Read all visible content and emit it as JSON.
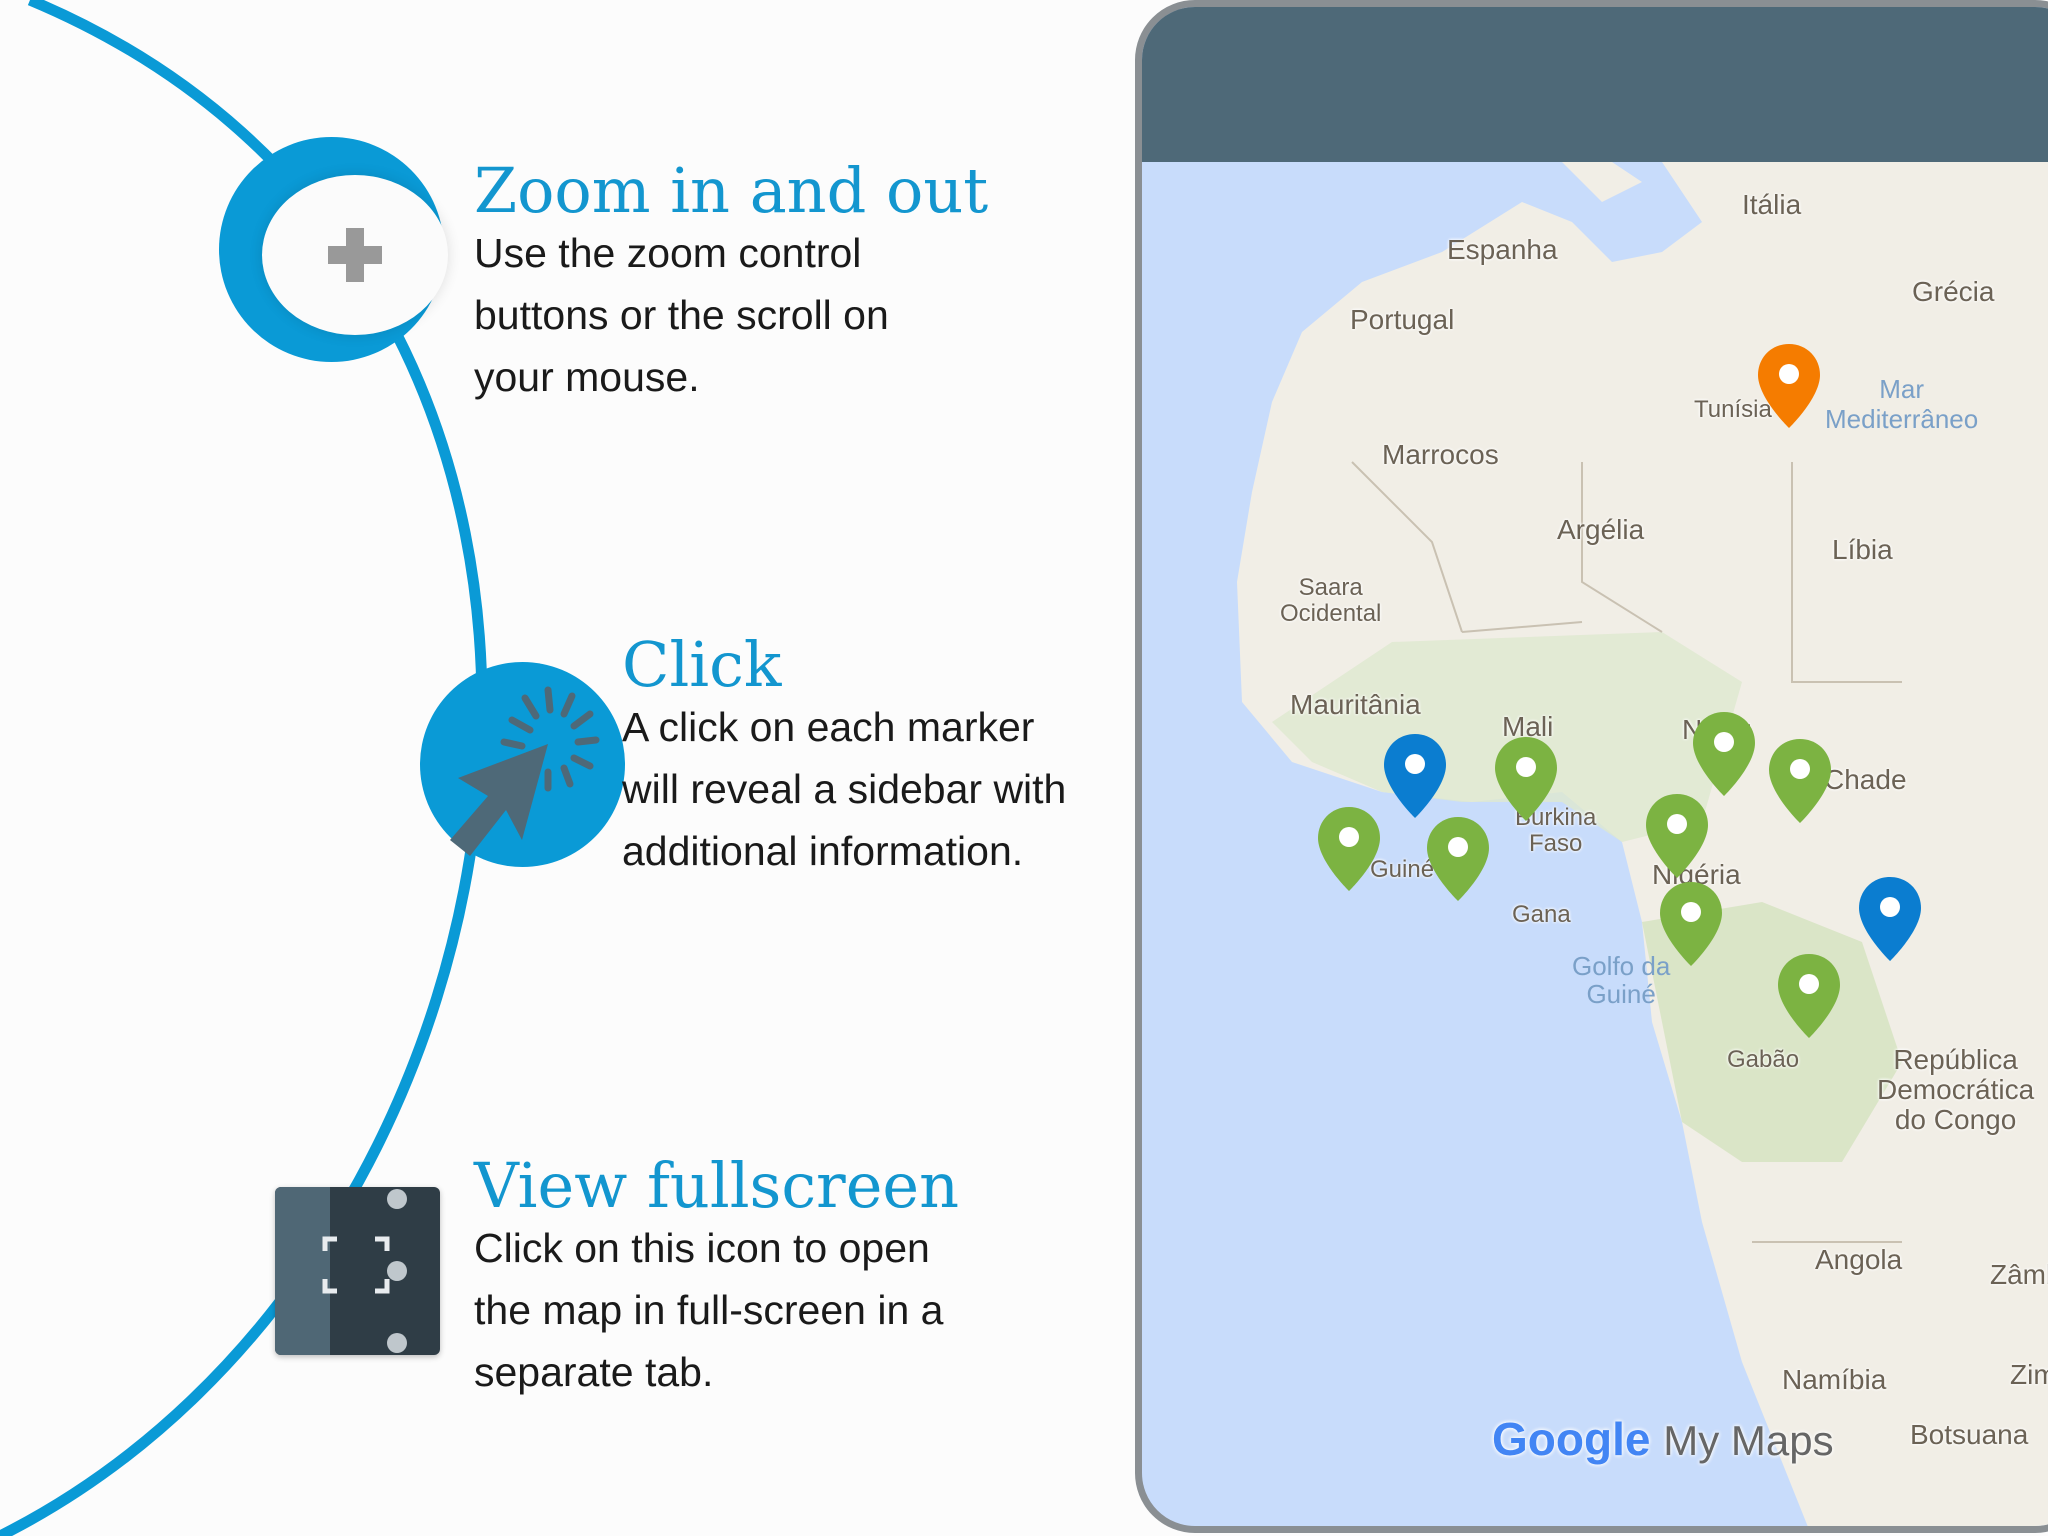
{
  "steps": [
    {
      "title": "Zoom in and out",
      "description": "Use the zoom control\nbuttons or the scroll on\nyour mouse.",
      "icon": "plus-icon"
    },
    {
      "title": "Click",
      "description": "A click on each marker\nwill reveal a sidebar with\nadditional information.",
      "icon": "cursor-click-icon"
    },
    {
      "title": "View fullscreen",
      "description": "Click on this icon to open\nthe map in full-screen in a\nseparate tab.",
      "icon": "fullscreen-icon"
    }
  ],
  "colors": {
    "accent": "#0a9ad6",
    "title": "#1396cf",
    "map_header": "#4e6978",
    "marker_green": "#7cb342",
    "marker_blue": "#0b7dd0",
    "marker_orange": "#f57c00"
  },
  "map": {
    "labels": [
      "Itália",
      "Espanha",
      "Portugal",
      "Grécia",
      "Tunísia",
      "Mar\nMediterrâneo",
      "Marrocos",
      "Argélia",
      "Líbia",
      "Saara\nOcidental",
      "Mauritânia",
      "Mali",
      "Níger",
      "Chade",
      "Burkina\nFaso",
      "Guiné",
      "Nigéria",
      "Gana",
      "Golfo da\nGuiné",
      "Gabão",
      "República\nDemocrática\ndo Congo",
      "Angola",
      "Zâmbia",
      "Namíbia",
      "Zimbábue",
      "Botsuana"
    ],
    "logo_google": "Google",
    "logo_product": "My Maps"
  }
}
